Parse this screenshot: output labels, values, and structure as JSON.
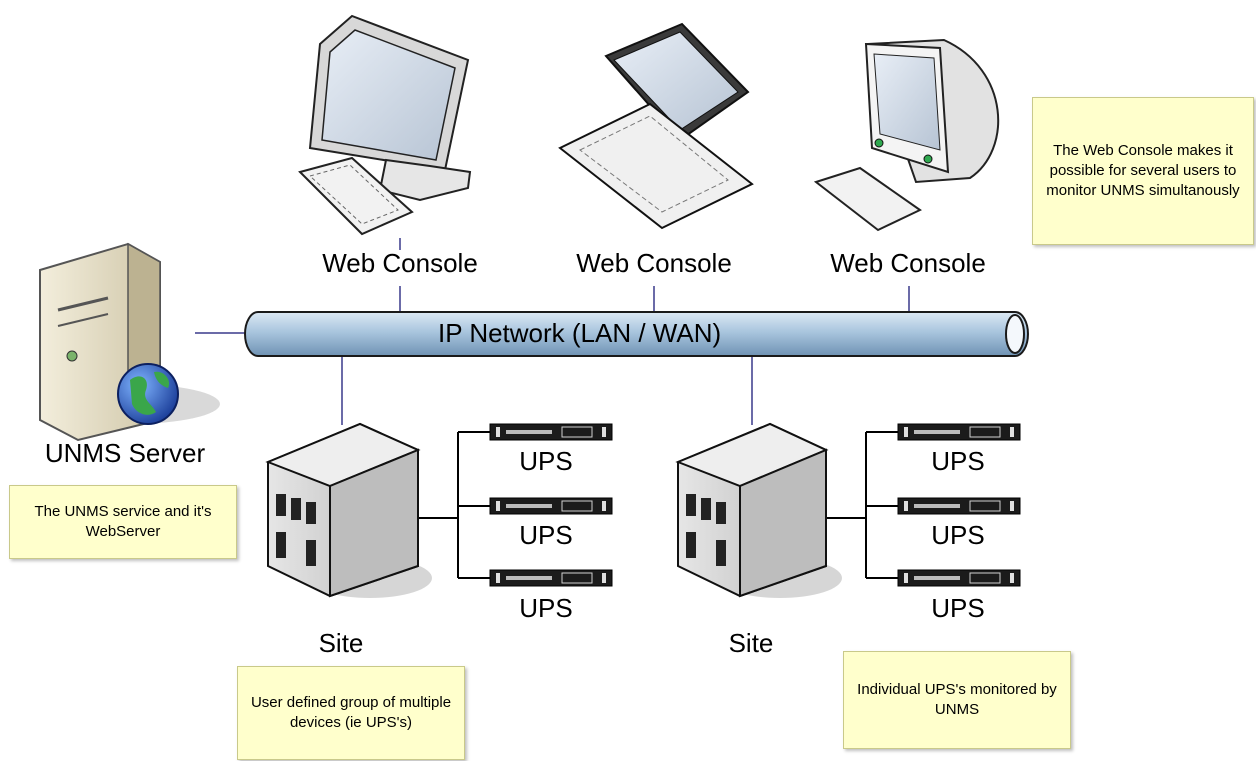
{
  "network": {
    "label": "IP Network (LAN / WAN)"
  },
  "server": {
    "label": "UNMS Server"
  },
  "consoles": [
    {
      "label": "Web Console",
      "device": "desktop-computer-icon"
    },
    {
      "label": "Web Console",
      "device": "laptop-icon"
    },
    {
      "label": "Web Console",
      "device": "imac-computer-icon"
    }
  ],
  "sites": [
    {
      "label": "Site",
      "ups": [
        "UPS",
        "UPS",
        "UPS"
      ]
    },
    {
      "label": "Site",
      "ups": [
        "UPS",
        "UPS",
        "UPS"
      ]
    }
  ],
  "notes": {
    "console": "The Web Console makes it possible for several users to monitor UNMS simultanously",
    "server": "The UNMS service and it's WebServer",
    "site": "User defined group of multiple devices (ie UPS's)",
    "ups": "Individual UPS's monitored by UNMS"
  },
  "colors": {
    "pipe": "#a8c4dc",
    "note_bg": "#ffffcc",
    "lines": "#5a5a9a"
  }
}
